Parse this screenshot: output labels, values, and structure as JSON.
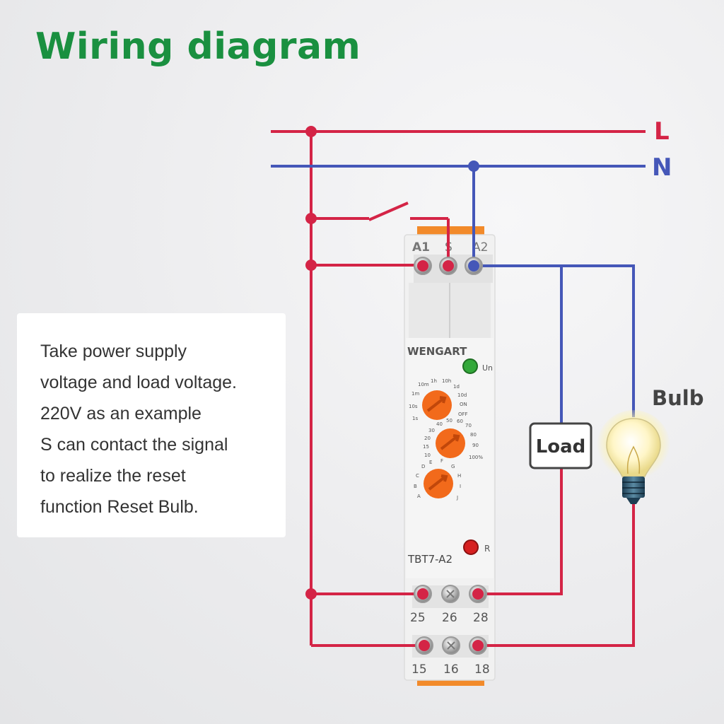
{
  "title": "Wiring diagram",
  "info_lines": [
    "Take power supply",
    "voltage and load voltage.",
    "220V as an example",
    "S can contact the signal",
    "to realize the reset",
    "function Reset Bulb."
  ],
  "lines": {
    "live": "L",
    "neutral": "N"
  },
  "device": {
    "brand": "WENGART",
    "model": "TBT7-A2",
    "led_power_label": "Un",
    "led_relay_label": "R",
    "top_terminals": [
      "A1",
      "S",
      "A2"
    ],
    "bottom_terminals_row1": [
      "25",
      "26",
      "28"
    ],
    "bottom_terminals_row2": [
      "15",
      "16",
      "18"
    ],
    "dial_range": {
      "labels": [
        "1s",
        "10s",
        "1m",
        "10m",
        "1h",
        "10h",
        "1d",
        "10d",
        "ON",
        "OFF"
      ]
    },
    "dial_percent": {
      "labels": [
        "10",
        "15",
        "20",
        "30",
        "40",
        "50",
        "60",
        "70",
        "80",
        "90",
        "100%"
      ]
    },
    "dial_mode": {
      "labels": [
        "A",
        "B",
        "C",
        "D",
        "E",
        "F",
        "G",
        "H",
        "I",
        "J"
      ]
    }
  },
  "load_label": "Load",
  "bulb_label": "Bulb",
  "colors": {
    "live": "#d42446",
    "neutral": "#4557b8",
    "title": "#1a9040",
    "knob": "#f26a1b"
  }
}
